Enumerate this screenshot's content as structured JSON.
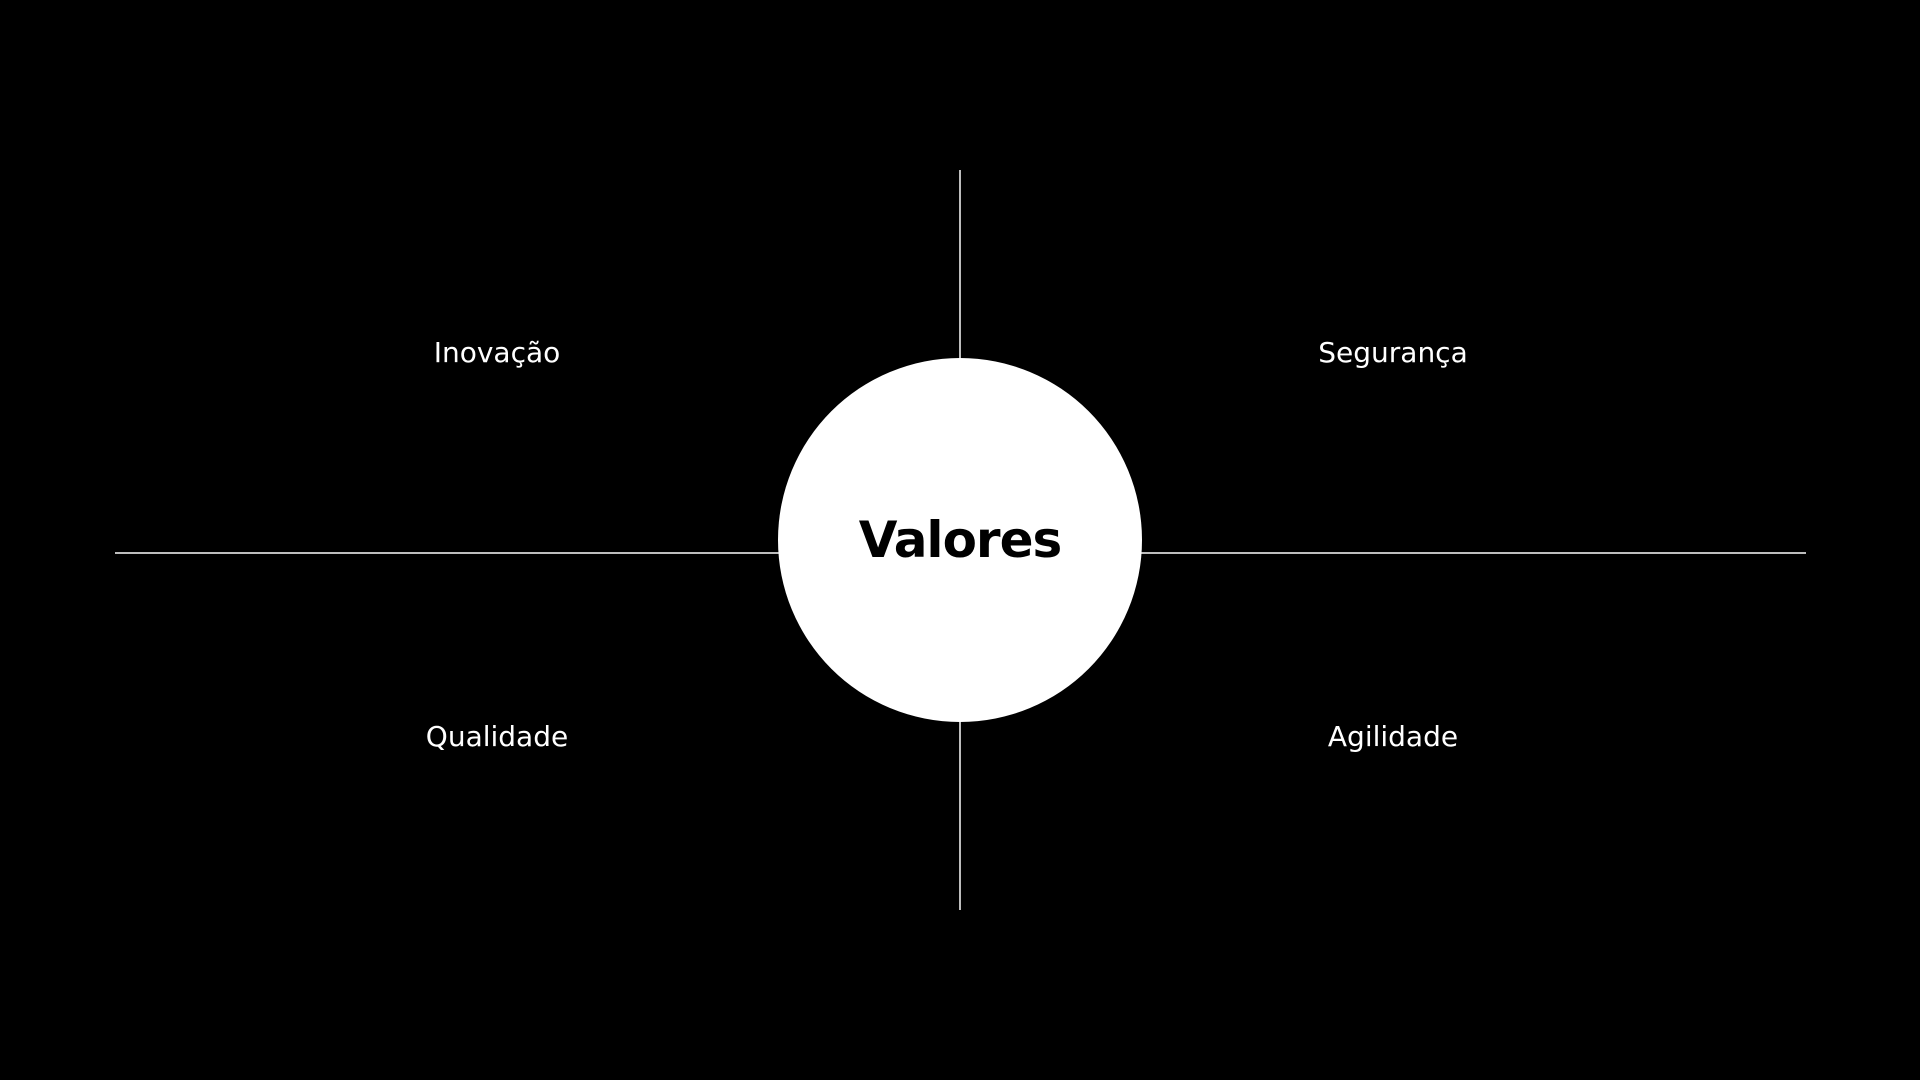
{
  "center": {
    "title": "Valores"
  },
  "quadrants": {
    "top_left": "Inovação",
    "top_right": "Segurança",
    "bottom_left": "Qualidade",
    "bottom_right": "Agilidade"
  },
  "colors": {
    "background": "#000000",
    "foreground": "#ffffff",
    "lines": "#bdbdbd",
    "center_text": "#000000"
  }
}
